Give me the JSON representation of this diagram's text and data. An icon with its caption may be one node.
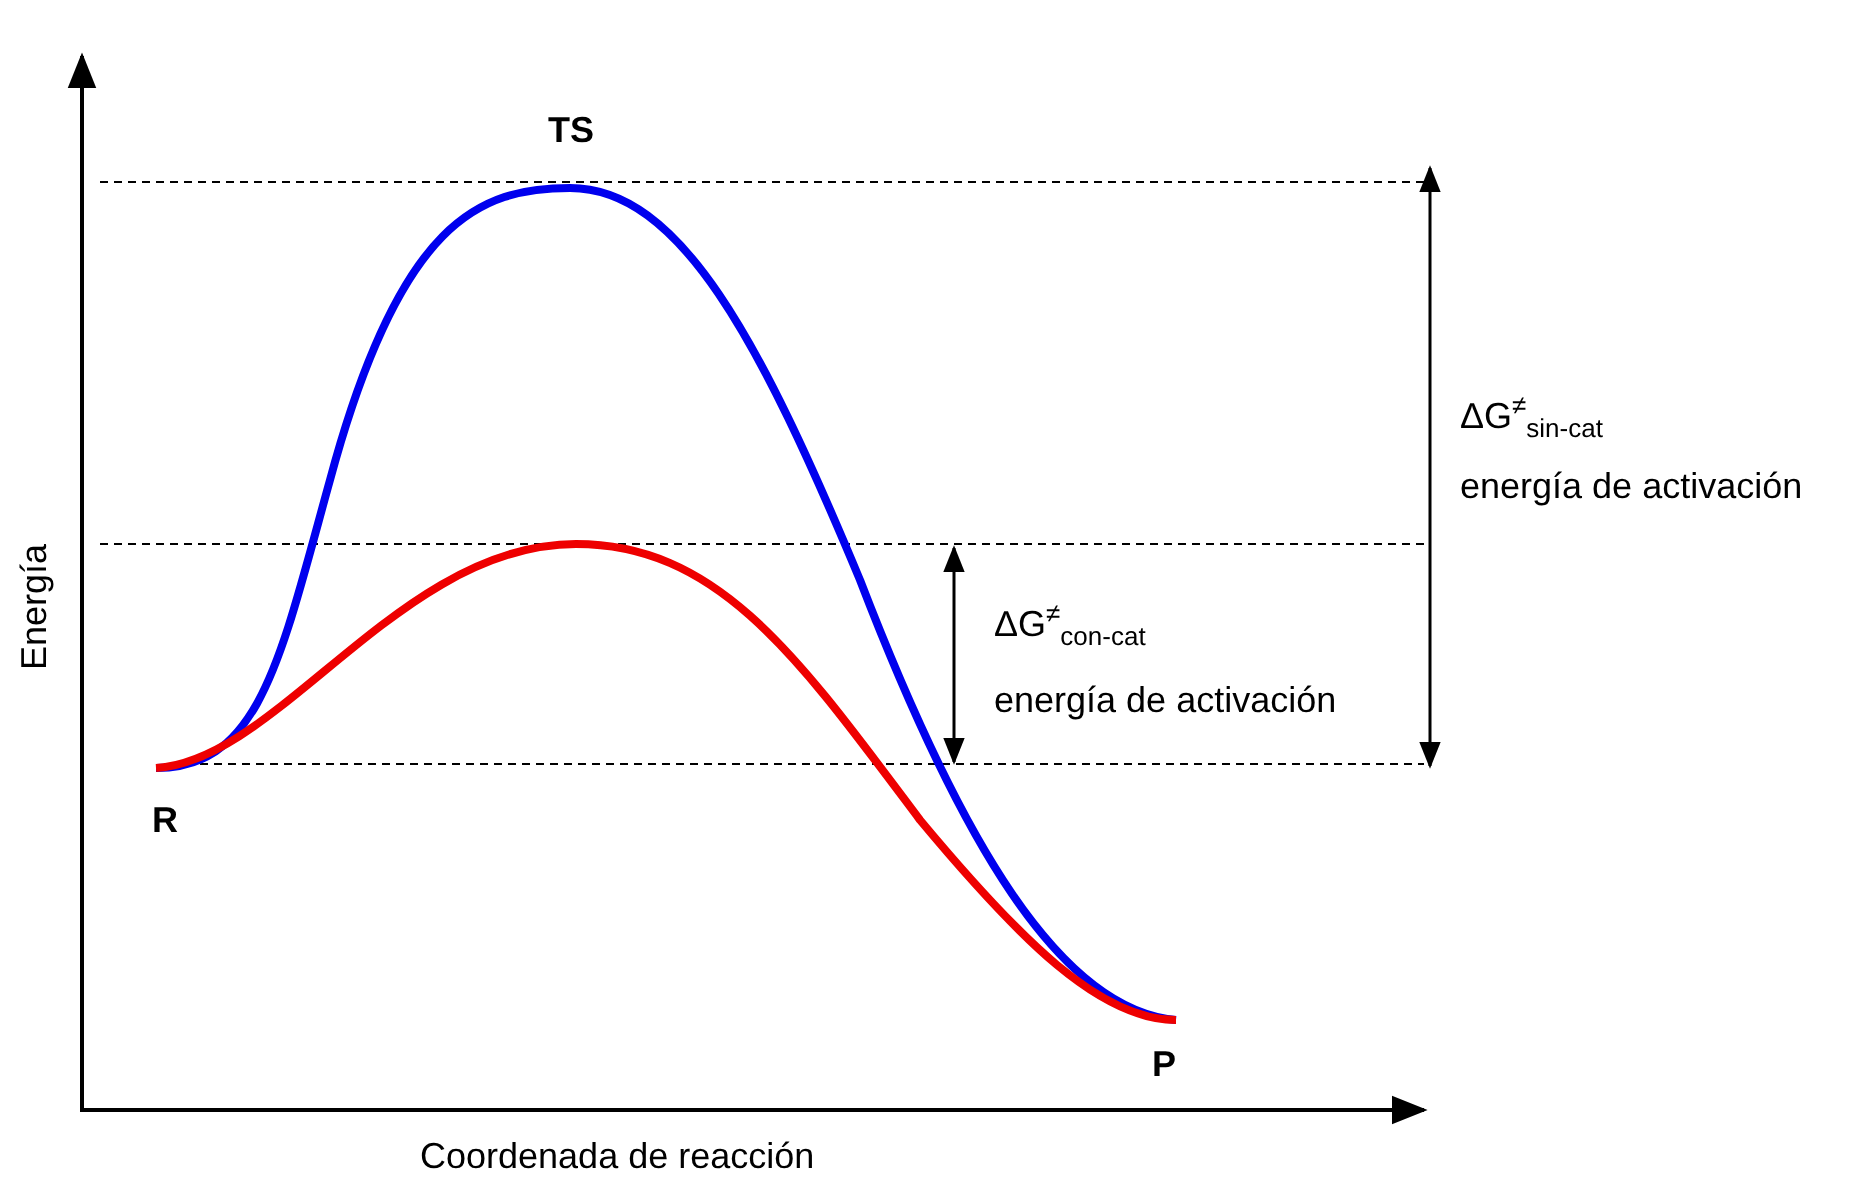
{
  "diagram": {
    "labels": [
      "TS",
      "ΔG$^{≠}$$_{sin-cat}$",
      "energía de activación",
      "Energía",
      "ΔG$^{≠}$$_{con-cat}$",
      "energía de activación",
      "R",
      "P",
      "Coordenada de reacción"
    ]
  }
}
